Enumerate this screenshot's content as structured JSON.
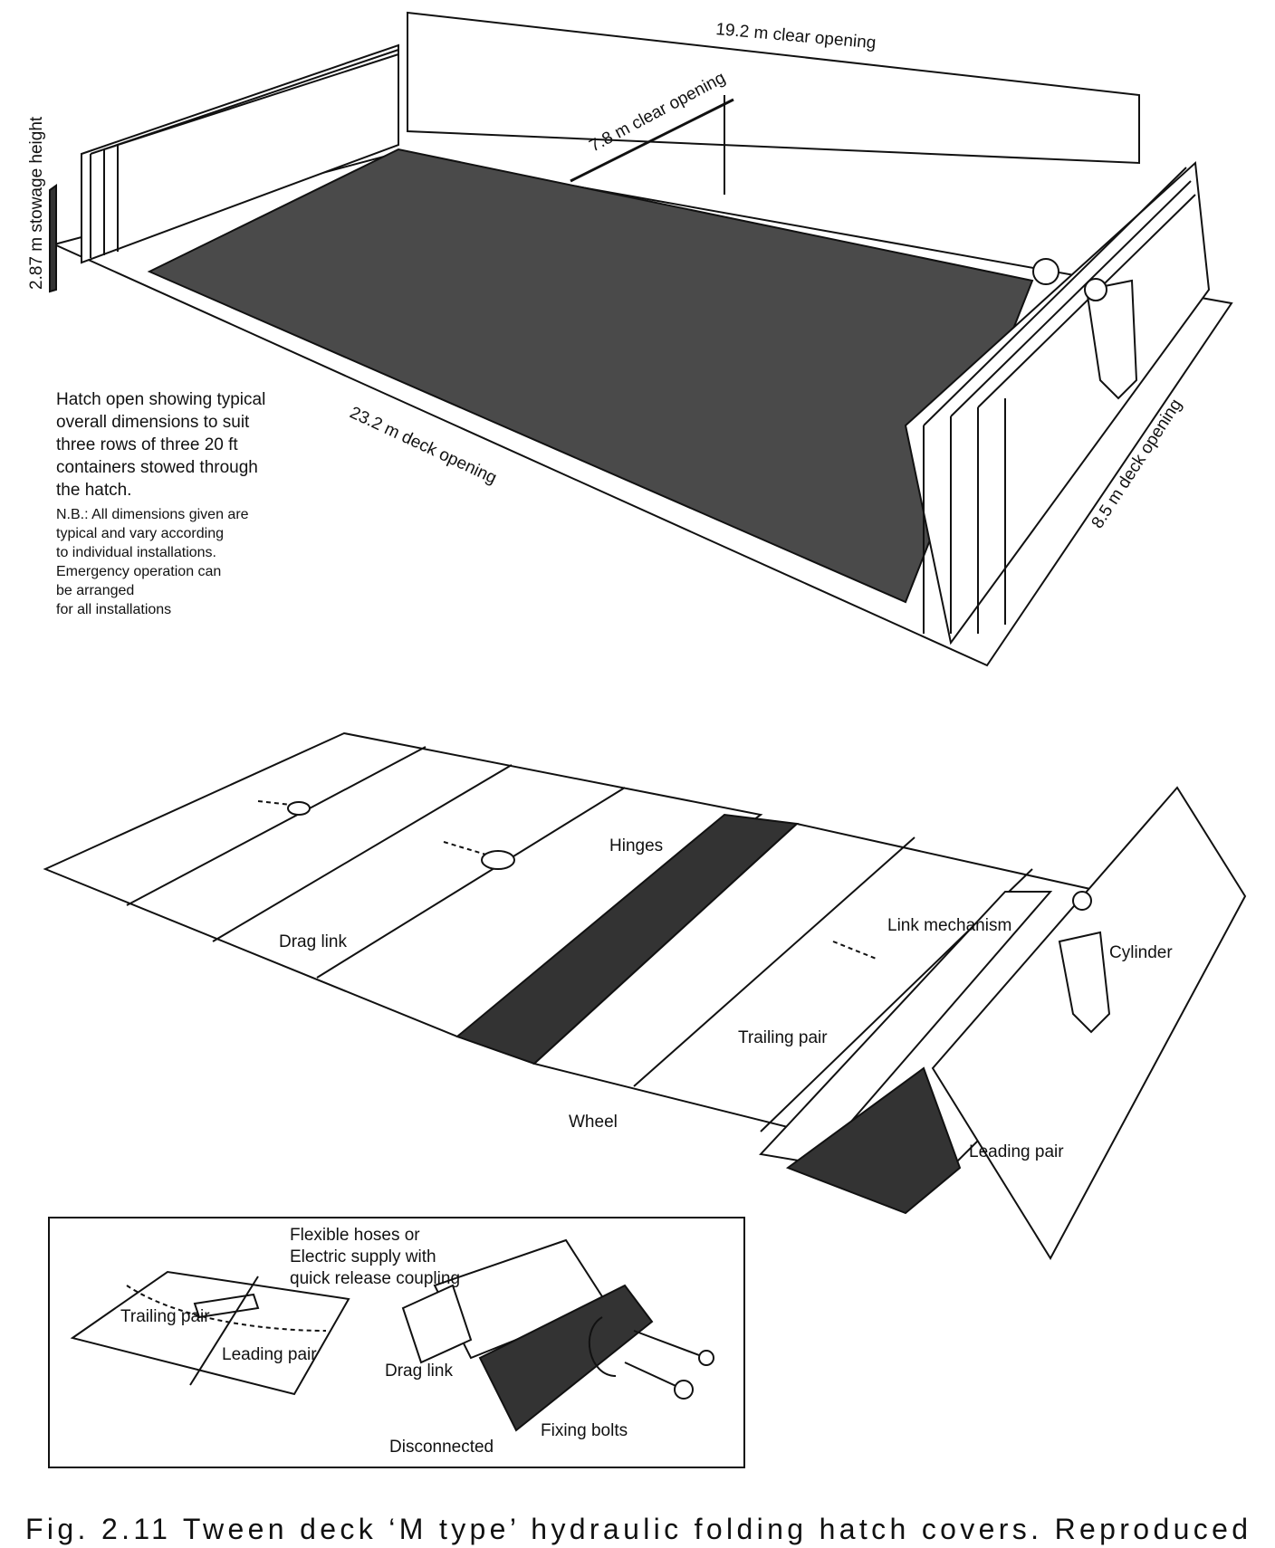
{
  "top_view": {
    "dim_clear_opening_long": "19.2 m clear opening",
    "dim_clear_opening_short": "7.8 m clear opening",
    "dim_stowage_height": "2.87 m stowage height",
    "dim_deck_opening_long": "23.2 m deck opening",
    "dim_deck_opening_short": "8.5 m deck opening",
    "description_lines": [
      "Hatch open showing typical",
      "overall dimensions to suit",
      "three rows of three 20 ft",
      "containers stowed through",
      "the hatch."
    ],
    "note_lines": [
      "N.B.: All dimensions given are",
      "typical and vary according",
      "to individual installations.",
      "Emergency operation can",
      "be arranged",
      "for all installations"
    ]
  },
  "middle_view": {
    "labels": {
      "hinges": "Hinges",
      "drag_link": "Drag link",
      "link_mechanism": "Link mechanism",
      "cylinder": "Cylinder",
      "trailing_pair": "Trailing pair",
      "wheel": "Wheel",
      "leading_pair": "Leading pair"
    }
  },
  "inset": {
    "hoses_lines": [
      "Flexible hoses or",
      "Electric supply with",
      "quick release coupling"
    ],
    "trailing_pair": "Trailing pair",
    "leading_pair": "Leading pair",
    "drag_link": "Drag link",
    "disconnected": "Disconnected",
    "fixing_bolts": "Fixing bolts"
  },
  "caption": "Fig. 2.11 Tween deck ‘M type’ hydraulic folding hatch covers. Reproduced"
}
